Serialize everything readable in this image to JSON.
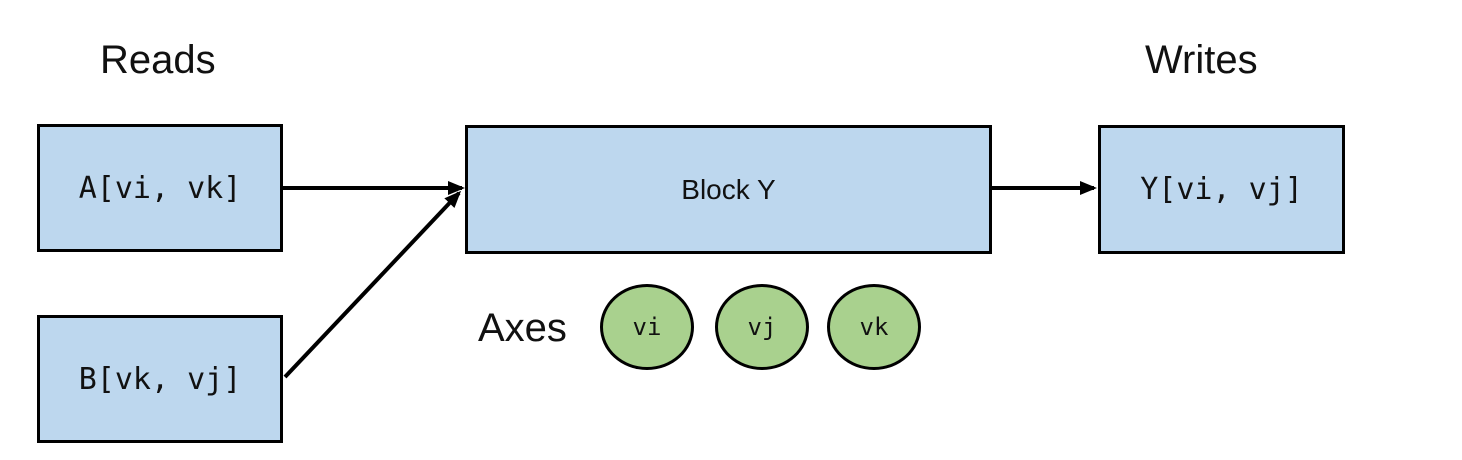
{
  "figure": {
    "labels": {
      "reads": "Reads",
      "writes": "Writes",
      "axes": "Axes"
    },
    "nodes": {
      "read_a": "A[vi, vk]",
      "read_b": "B[vk, vj]",
      "block": "Block Y",
      "write_y": "Y[vi, vj]"
    },
    "axes": [
      "vi",
      "vj",
      "vk"
    ],
    "edges": [
      {
        "from": "read_a",
        "to": "block"
      },
      {
        "from": "read_b",
        "to": "block"
      },
      {
        "from": "block",
        "to": "write_y"
      }
    ],
    "colors": {
      "node_fill": "#BDD7EE",
      "axis_fill": "#A9D18E",
      "stroke": "#000000",
      "background": "#FFFFFF",
      "text": "#111111"
    }
  }
}
